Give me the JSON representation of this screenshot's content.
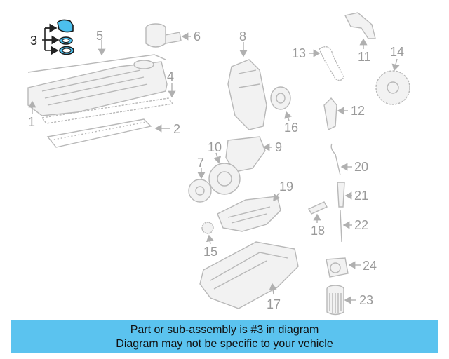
{
  "callouts": [
    "1",
    "2",
    "3",
    "4",
    "5",
    "6",
    "7",
    "8",
    "9",
    "10",
    "11",
    "12",
    "13",
    "14",
    "15",
    "16",
    "17",
    "18",
    "19",
    "20",
    "21",
    "22",
    "23",
    "24"
  ],
  "banner": {
    "line1": "Part or sub-assembly is #3 in diagram",
    "line2": "Diagram may not be specific to your vehicle"
  },
  "colors": {
    "highlight": "#4cc0ee",
    "banner": "#5bc3ef",
    "part_line": "#b8b8b8"
  }
}
